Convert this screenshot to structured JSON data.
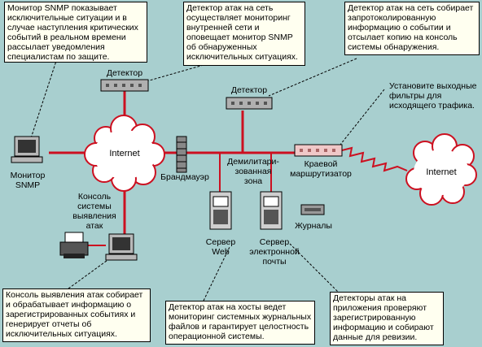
{
  "notes": {
    "snmp_monitor": "Монитор SNMP показывает\nисключительные ситуации и в\nслучае наступления критических\nсобытий в реальном времени\nрассылает уведомления\nспециалистам по защите.",
    "net_detector": "Детектор атак на сеть\nосуществляет мониторинг\nвнутренней сети и\nоповещает монитор SNMP\nоб обнаруженных\nисключительных ситуациях.",
    "dmz_detector": "Детектор атак на сеть собирает\nзапротоколированную\nинформацию о событии и\nотсылает копию на консоль\nсистемы обнаружения.",
    "console": "Консоль выявления атак собирает\nи обрабатывает информацию о\nзарегистрированных событиях и\nгенерирует отчеты об\nисключительных ситуациях.",
    "host_detector": "Детектор атак на хосты ведет\nмониторинг системных журнальных\nфайлов и гарантирует целостность\nоперационной системы.",
    "app_detector": "Детекторы атак на\nприложения проверяют\nзарегистрированную\nинформацию и собирают\nданные для ревизии."
  },
  "labels": {
    "outbound_filters": "Установите выходные\nфильтры для\nисходящего трафика.",
    "detector_left": "Детектор",
    "detector_right": "Детектор",
    "internet_inner": "Internet",
    "internet_outer": "Internet",
    "snmp_monitor": "Монитор\nSNMP",
    "console": "Консоль\nсистемы\nвыявления\nатак",
    "firewall": "Брандмауэр",
    "dmz": "Демилитари-\nзованная\nзона",
    "edge_router": "Краевой\nмаршрутизатор",
    "web_server": "Сервер\nWeb",
    "mail_server": "Сервер\nэлектронной\nпочты",
    "logs": "Журналы"
  },
  "colors": {
    "background": "#a8cfcf",
    "link": "#cc1020",
    "cloud_fill": "#ffffff",
    "cloud_stroke": "#cc1020",
    "device": "#b0b0b0"
  }
}
